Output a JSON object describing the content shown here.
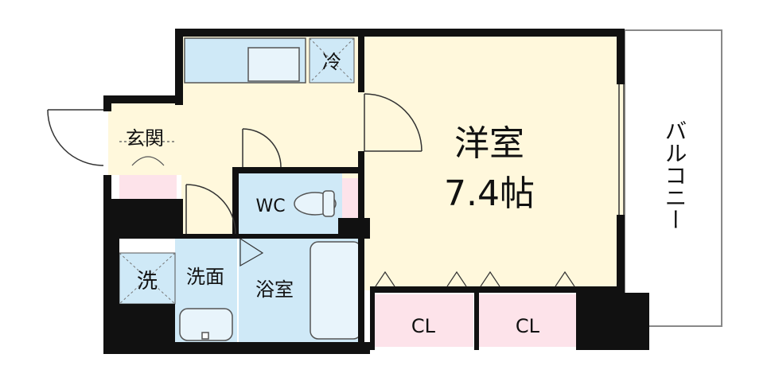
{
  "rooms": {
    "western_room": {
      "name": "洋室",
      "size": "7.4帖"
    },
    "entrance": "玄関",
    "wc": "WC",
    "washroom": "洗面",
    "washer": "洗",
    "bathroom": "浴室",
    "fridge": "冷",
    "closet_left": "CL",
    "closet_right": "CL",
    "balcony": "バルコニー"
  },
  "colors": {
    "wall": "#111111",
    "floor": "#fff8dc",
    "wet_area": "#cfe9f7",
    "storage": "#fde3ea",
    "background": "#ffffff"
  }
}
